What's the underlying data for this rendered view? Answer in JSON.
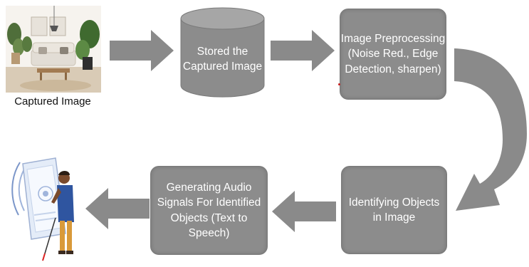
{
  "diagram": {
    "captured_image_label": "Captured Image",
    "stored_label": "Stored the\nCaptured Image",
    "preprocessing_label": "Image Preprocessing\n(Noise Red., Edge\nDetection, sharpen)",
    "identifying_label": "Identifying Objects\nin Image",
    "audio_label": "Generating  Audio\nSignals For Identified\nObjects (Text to\nSpeech)"
  },
  "colors": {
    "box_fill": "#8c8c8c",
    "arrow_fill": "#8a8a8a",
    "text": "#ffffff"
  }
}
